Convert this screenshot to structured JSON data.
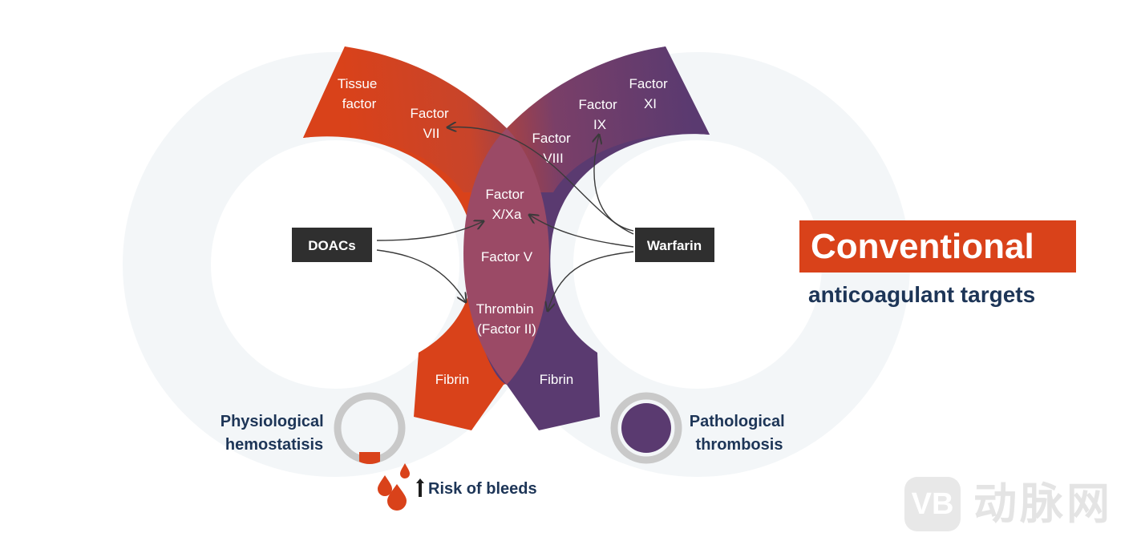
{
  "colors": {
    "orange": "#d9421a",
    "purple": "#5a3a70",
    "overlap": "#9b4a66",
    "navy": "#1d3557",
    "drug_box": "#2f2f2f",
    "ring_bg": "#f3f6f8"
  },
  "factors": {
    "tissue_factor": [
      "Tissue",
      "factor"
    ],
    "factor_vii": [
      "Factor",
      "VII"
    ],
    "factor_viii": [
      "Factor",
      "VIII"
    ],
    "factor_ix": [
      "Factor",
      "IX"
    ],
    "factor_xi": [
      "Factor",
      "XI"
    ],
    "factor_x": [
      "Factor",
      "X/Xa"
    ],
    "factor_v": "Factor V",
    "thrombin": [
      "Thrombin",
      "(Factor II)"
    ],
    "fibrin_left": "Fibrin",
    "fibrin_right": "Fibrin"
  },
  "drugs": {
    "doacs": "DOACs",
    "warfarin": "Warfarin"
  },
  "outcomes": {
    "physiological": [
      "Physiological",
      "hemostatisis"
    ],
    "pathological": [
      "Pathological",
      "thrombosis"
    ],
    "bleeds": "Risk of bleeds"
  },
  "title": {
    "main": "Conventional",
    "sub": "anticoagulant targets"
  },
  "watermark": {
    "logo": "VB",
    "text": "动脉网"
  },
  "icons": {
    "blood_drops": "blood-drops-icon",
    "up_arrow": "up-arrow-icon",
    "vessel_open": "open-vessel-icon",
    "vessel_clot": "clotted-vessel-icon"
  }
}
